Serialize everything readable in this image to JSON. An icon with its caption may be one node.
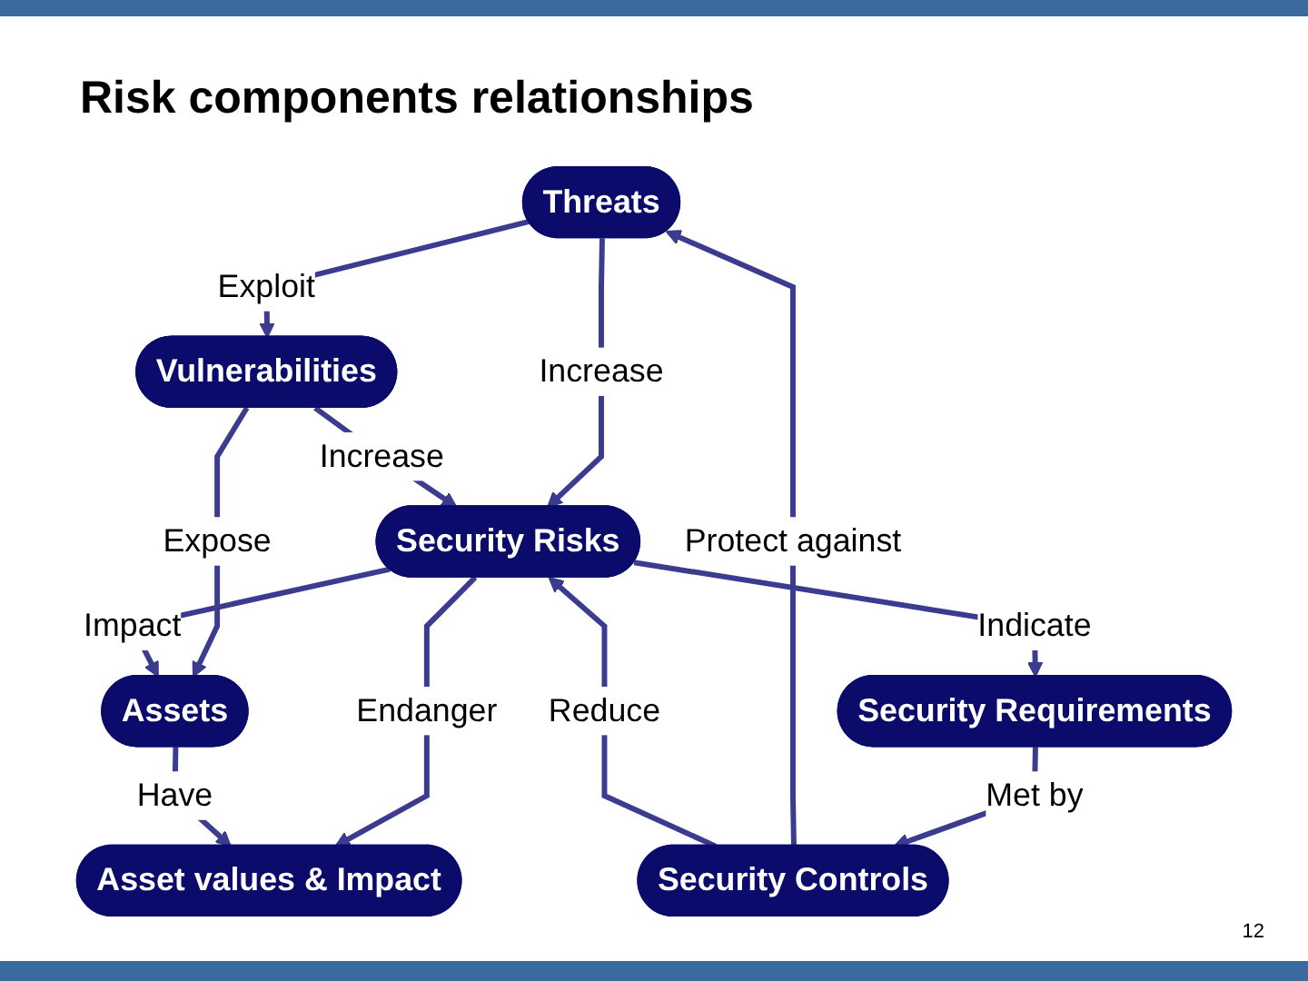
{
  "diagram": {
    "title": "Risk components relationships",
    "nodes": [
      {
        "text": [
          "Threats"
        ]
      },
      {
        "text": [
          "Vulnerabilities"
        ]
      },
      {
        "text": [
          "Security Controls"
        ]
      },
      {
        "text": [
          "Security Risks"
        ]
      },
      {
        "text": [
          "Assets"
        ]
      },
      {
        "text": [
          "Security Requirements"
        ]
      },
      {
        "text": [
          "Asset values & Impact"
        ]
      }
    ],
    "edges": [
      {
        "from": 0,
        "to": 1,
        "arrow": "to",
        "label": "Exploit"
      },
      {
        "from": 0,
        "to": 3,
        "arrow": "to",
        "label": "Increase"
      },
      {
        "from": 1,
        "to": 3,
        "arrow": "to",
        "label": "Increase"
      },
      {
        "from": 1,
        "to": 4,
        "arrow": "to",
        "label": "Expose"
      },
      {
        "from": 2,
        "to": 0,
        "arrow": "to",
        "label": "Protect against"
      },
      {
        "from": 2,
        "to": 3,
        "arrow": "to",
        "label": "Reduce"
      },
      {
        "from": 3,
        "to": 4,
        "arrow": "to",
        "label": "Impact"
      },
      {
        "from": 5,
        "to": 2,
        "arrow": "to",
        "label": "Met by"
      },
      {
        "from": 3,
        "to": 5,
        "arrow": "to",
        "label": "Indicate"
      },
      {
        "from": 3,
        "to": 6,
        "arrow": "to",
        "label": "Endanger"
      },
      {
        "from": 4,
        "to": 6,
        "arrow": "to",
        "label": "Have"
      }
    ],
    "labels": [
      "12"
    ]
  }
}
